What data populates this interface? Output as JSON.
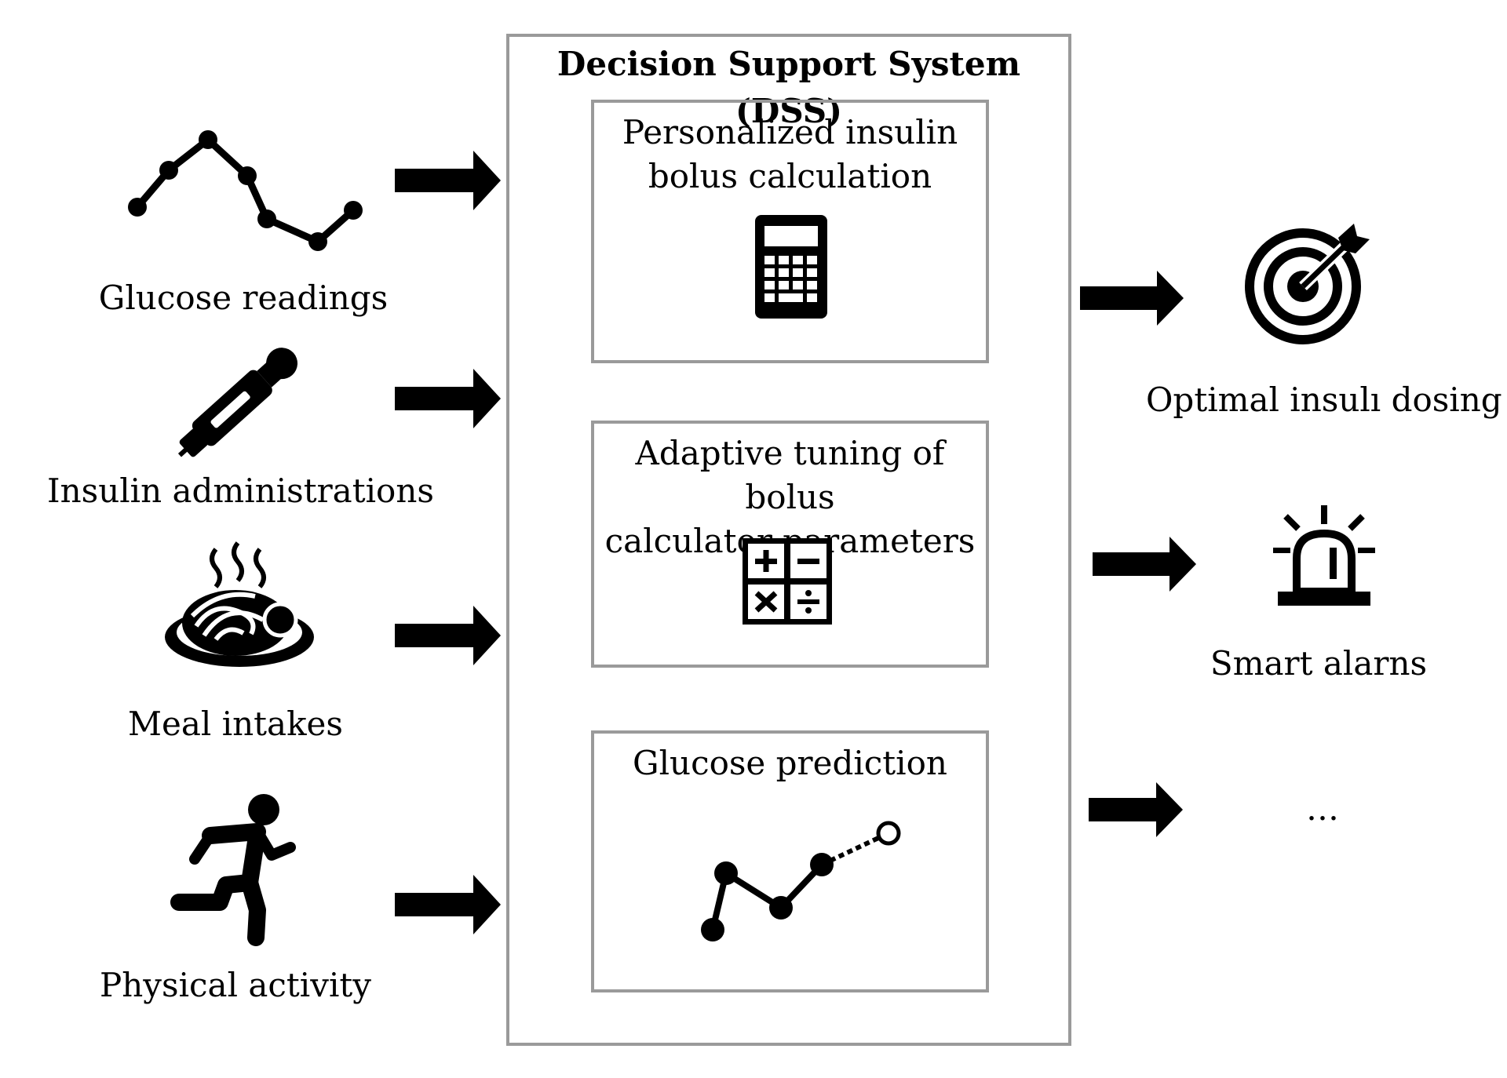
{
  "inputs": [
    {
      "id": "glucose",
      "label": "Glucose readings",
      "icon": "line-chart-icon"
    },
    {
      "id": "insulin",
      "label": "Insulin administrations",
      "icon": "insulin-pen-icon"
    },
    {
      "id": "meal",
      "label": "Meal intakes",
      "icon": "hot-meal-icon"
    },
    {
      "id": "activity",
      "label": "Physical activity",
      "icon": "running-person-icon"
    }
  ],
  "dss": {
    "title": "Decision Support System (DSS)",
    "modules": [
      {
        "title_lines": [
          "Personalized insulin",
          "bolus calculation"
        ],
        "icon": "calculator-icon"
      },
      {
        "title_lines": [
          "Adaptive tuning of bolus",
          "calculator parameters"
        ],
        "icon": "math-operators-icon"
      },
      {
        "title_lines": [
          "Glucose prediction"
        ],
        "icon": "prediction-chart-icon"
      }
    ]
  },
  "outputs": [
    {
      "label": "Optimal insulı dosing",
      "icon": "target-icon"
    },
    {
      "label": "Smart alarns",
      "icon": "siren-icon"
    },
    {
      "label": "…",
      "icon": ""
    }
  ],
  "colors": {
    "border": "#9a9a9a",
    "ink": "#000000",
    "background": "#ffffff"
  }
}
